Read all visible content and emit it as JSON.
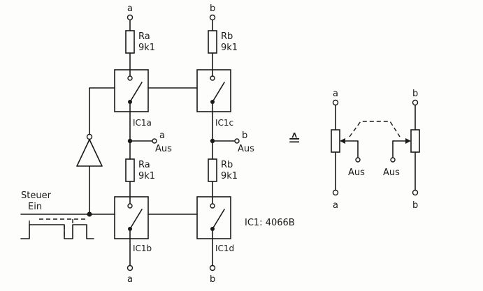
{
  "labels": {
    "a": "a",
    "b": "b",
    "ra": "Ra",
    "rb": "Rb",
    "r_value": "9k1",
    "ic1a": "IC1a",
    "ic1b": "IC1b",
    "ic1c": "IC1c",
    "ic1d": "IC1d",
    "aus": "Aus",
    "steuer": "Steuer",
    "ein": "Ein",
    "ic_type": "IC1: 4066B",
    "equiv": "≙"
  }
}
